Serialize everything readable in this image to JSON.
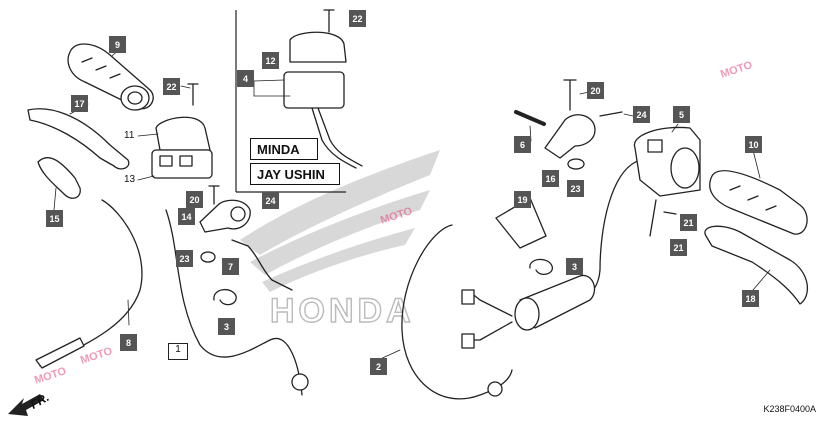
{
  "callouts": {
    "c9": "9",
    "c17": "17",
    "c22a": "22",
    "c15": "15",
    "c20a": "20",
    "c14": "14",
    "c23a": "23",
    "c7": "7",
    "c3a": "3",
    "c8": "8",
    "c24a": "24",
    "c22b": "22",
    "c12": "12",
    "c4": "4",
    "c19": "19",
    "c3b": "3",
    "c2": "2",
    "c6": "6",
    "c20b": "20",
    "c24b": "24",
    "c5": "5",
    "c16": "16",
    "c23b": "23",
    "c10": "10",
    "c21a": "21",
    "c21b": "21",
    "c18": "18"
  },
  "labels": {
    "n11": "11",
    "n13": "13",
    "n1": "1"
  },
  "brands": {
    "minda": "MINDA",
    "jay_ushin": "JAY USHIN"
  },
  "direction_label": "FR.",
  "diagram_code": "K238F0400A",
  "watermark": "MOTO",
  "colors": {
    "callout_bg": "#555555",
    "line": "#222222",
    "watermark": "#e24a7a"
  }
}
